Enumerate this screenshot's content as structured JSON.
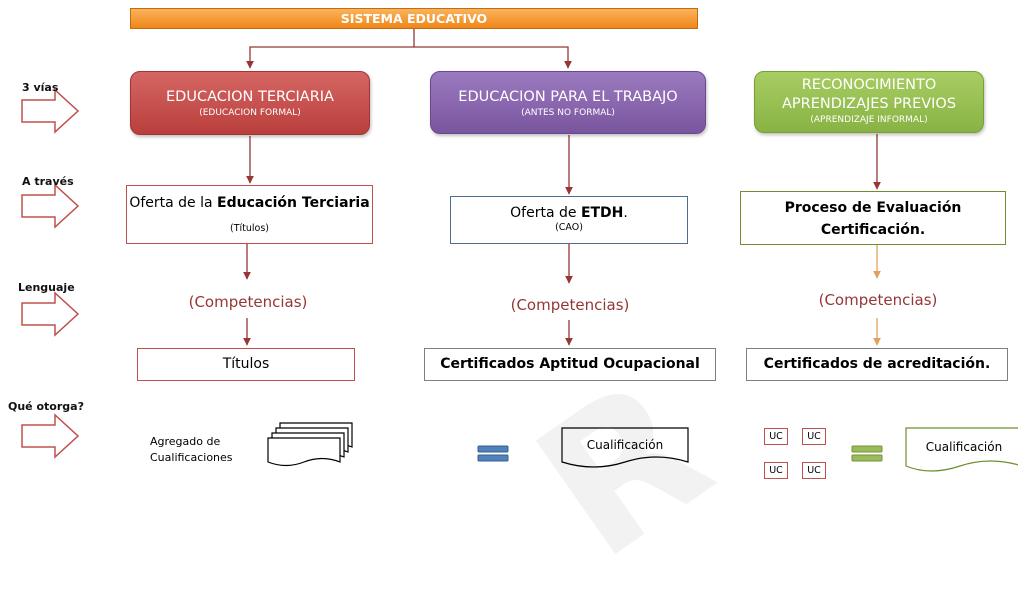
{
  "header": {
    "title": "SISTEMA EDUCATIVO"
  },
  "row_labels": [
    "3 vías",
    "A través",
    "Lenguaje",
    "Qué otorga?"
  ],
  "columns": [
    {
      "category_title": "EDUCACION TERCIARIA",
      "category_subtitle": "(EDUCACION FORMAL)",
      "offer_pre": "Oferta de la ",
      "offer_bold": "Educación Terciaria",
      "offer_post": " (Títulos)",
      "competencies": "(Competencias)",
      "result": "Títulos"
    },
    {
      "category_title": "EDUCACION PARA EL TRABAJO",
      "category_subtitle": "(ANTES NO FORMAL)",
      "offer_pre": "Oferta de ",
      "offer_bold": "ETDH",
      "offer_post": ".",
      "offer_sub": "(CAO)",
      "competencies": "(Competencias)",
      "result": "Certificados Aptitud Ocupacional"
    },
    {
      "category_title_line1": "RECONOCIMIENTO",
      "category_title_line2": "APRENDIZAJES PREVIOS",
      "category_subtitle": "(APRENDIZAJE INFORMAL)",
      "offer_line1": "Proceso de Evaluación",
      "offer_line2": "Certificación.",
      "competencies": "(Competencias)",
      "result": "Certificados de acreditación."
    }
  ],
  "outputs": {
    "aggregate_line1": "Agregado de",
    "aggregate_line2": "Cualificaciones",
    "qualification_1": "Cualificación",
    "uc_label": "UC",
    "qualification_2": "Cualificación"
  },
  "colors": {
    "header_orange": "#ef8618",
    "education_red": "#c0504d",
    "work_purple": "#8064a2",
    "recognition_green": "#9bbb59",
    "competencies_text": "#953735",
    "equals_blue": "#4f81bd"
  }
}
